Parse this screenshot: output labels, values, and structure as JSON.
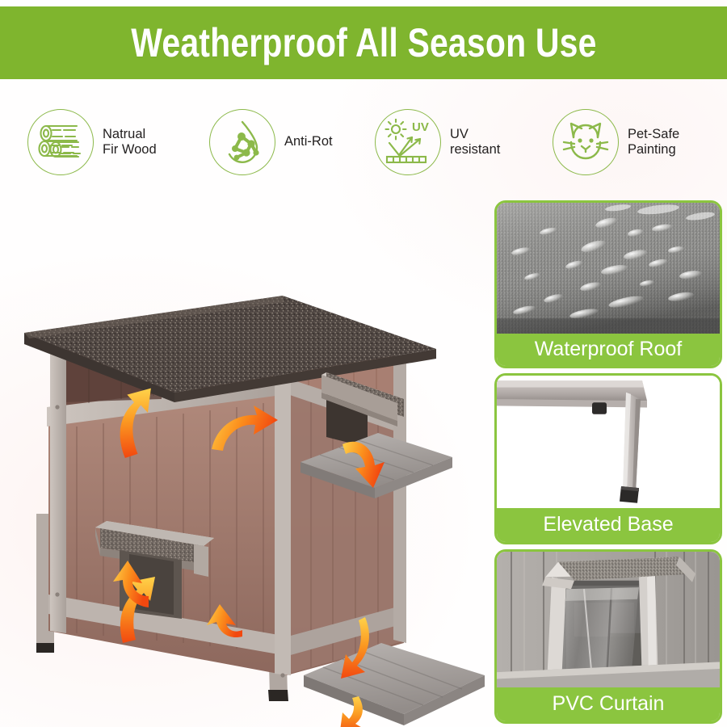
{
  "banner": {
    "title": "Weatherproof All Season Use",
    "bg_color": "#7fb52e",
    "text_color": "#ffffff"
  },
  "features": {
    "accent_color": "#8cb94a",
    "items": [
      {
        "icon": "log-stack-icon",
        "label": "Natrual\nFir Wood"
      },
      {
        "icon": "water-drop-molecule-icon",
        "label": "Anti-Rot"
      },
      {
        "icon": "sun-uv-reflect-icon",
        "label": "UV\nresistant",
        "icon_text": "UV"
      },
      {
        "icon": "cat-face-icon",
        "label": "Pet-Safe\nPainting"
      }
    ]
  },
  "hero": {
    "name": "two-story-wooden-cat-house-photo",
    "description": "Two story wooden outdoor cat house with asphalt roof, grey and brown plank siding, elevated legs and orange airflow arrows",
    "roof_color": "#4b423e",
    "frame_color": "#b0a69f",
    "panel_color": "#a1776a",
    "arrow_colors": [
      "#fbc02d",
      "#f4511e"
    ]
  },
  "cards": {
    "border_color": "#8bc53f",
    "caption_bg": "#8bc53f",
    "caption_color": "#ffffff",
    "items": [
      {
        "name": "waterproof-roof-card",
        "caption": "Waterproof Roof",
        "media": "wet-textured-roof-surface-photo"
      },
      {
        "name": "elevated-base-card",
        "caption": "Elevated Base",
        "media": "cat-house-leg-with-foot-cap-photo"
      },
      {
        "name": "pvc-curtain-card",
        "caption": "PVC Curtain",
        "media": "door-opening-with-clear-pvc-flap-photo"
      }
    ]
  }
}
